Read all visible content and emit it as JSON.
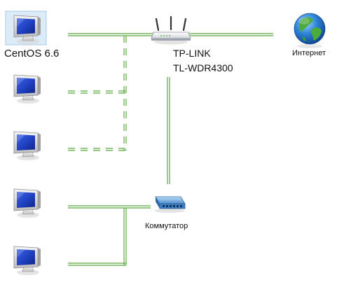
{
  "nodes": {
    "pc_centos": {
      "label": "CentOS 6.6",
      "icon": "desktop-computer-icon",
      "selected": true
    },
    "pc_2": {
      "label": "",
      "icon": "desktop-computer-icon"
    },
    "pc_3": {
      "label": "",
      "icon": "desktop-computer-icon"
    },
    "pc_4": {
      "label": "",
      "icon": "desktop-computer-icon"
    },
    "pc_5": {
      "label": "",
      "icon": "desktop-computer-icon"
    },
    "router": {
      "label_line1": "TP-LINK",
      "label_line2": "TL-WDR4300",
      "icon": "wifi-router-icon"
    },
    "internet": {
      "label": "Интернет",
      "icon": "globe-icon"
    },
    "switch": {
      "label": "Коммутатор",
      "icon": "network-switch-icon"
    }
  },
  "links": [
    {
      "from": "pc_centos",
      "to": "router",
      "style": "solid"
    },
    {
      "from": "pc_2",
      "to": "router",
      "style": "dashed"
    },
    {
      "from": "pc_3",
      "to": "router",
      "style": "dashed"
    },
    {
      "from": "router",
      "to": "internet",
      "style": "solid"
    },
    {
      "from": "router",
      "to": "switch",
      "style": "solid"
    },
    {
      "from": "pc_4",
      "to": "switch",
      "style": "solid"
    },
    {
      "from": "pc_5",
      "to": "switch",
      "style": "solid"
    }
  ],
  "colors": {
    "link": "#5aa83c",
    "selection_bg": "#dcebf8",
    "selection_border": "#a9cbea",
    "screen": "#1f3fbf",
    "globe_ocean": "#1f73c9",
    "globe_land": "#4dab3b"
  }
}
